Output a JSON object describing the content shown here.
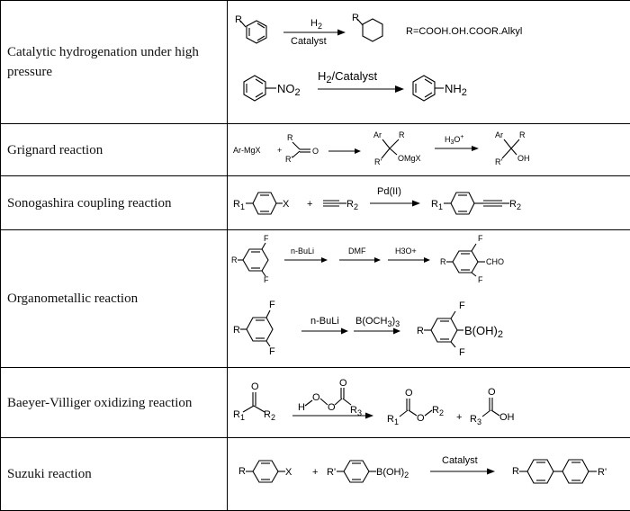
{
  "reactions": [
    {
      "name": "Catalytic hydrogenation under high pressure",
      "scheme": {
        "r": "R",
        "h2": "H",
        "sub2": "2",
        "catalyst": "Catalyst",
        "r_def": "R=COOH.OH.COOR.Alkyl",
        "no2": "NO",
        "h2_catalyst": "H",
        "h2_catalyst_rest": "/Catalyst",
        "nh2": "NH"
      }
    },
    {
      "name": "Grignard reaction",
      "scheme": {
        "armgx": "Ar-MgX",
        "plus": "+",
        "r": "R",
        "rp": "R'",
        "o": "O",
        "ar": "Ar",
        "omgx": "OMgX",
        "h3o": "H",
        "h3o_sub": "3",
        "h3o_rest": "O",
        "h3o_sup": "+",
        "oh": "OH"
      }
    },
    {
      "name": "Sonogashira coupling reaction",
      "scheme": {
        "r": "R",
        "one": "1",
        "two": "2",
        "x": "X",
        "plus": "+",
        "catalyst": "Pd(II)"
      }
    },
    {
      "name": "Organometallic reaction",
      "scheme": {
        "f": "F",
        "r": "R",
        "nbuli": "n-BuLi",
        "dmf": "DMF",
        "h3o": "H3O+",
        "cho": "CHO",
        "boc": "B(OCH",
        "boc_sub": "3",
        "boc_end": ")",
        "boc_sub2": "3",
        "boh": "B(OH)",
        "boh_sub": "2"
      }
    },
    {
      "name": "Baeyer-Villiger oxidizing reaction",
      "scheme": {
        "r": "R",
        "one": "1",
        "two": "2",
        "three": "3",
        "o": "O",
        "h": "H",
        "plus": "+",
        "oh": "OH"
      }
    },
    {
      "name": "Suzuki reaction",
      "scheme": {
        "r": "R",
        "rp": "R'",
        "x": "X",
        "plus": "+",
        "boh": "B(OH)",
        "boh_sub": "2",
        "catalyst": "Catalyst"
      }
    }
  ]
}
